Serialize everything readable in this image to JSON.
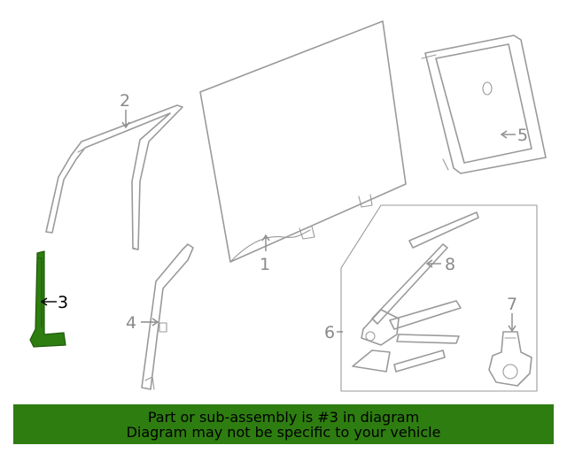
{
  "callouts": [
    {
      "id": "1",
      "label": "1",
      "highlighted": false
    },
    {
      "id": "2",
      "label": "2",
      "highlighted": false
    },
    {
      "id": "3",
      "label": "3",
      "highlighted": true
    },
    {
      "id": "4",
      "label": "4",
      "highlighted": false
    },
    {
      "id": "5",
      "label": "5",
      "highlighted": false
    },
    {
      "id": "6",
      "label": "6",
      "highlighted": false
    },
    {
      "id": "7",
      "label": "7",
      "highlighted": false
    },
    {
      "id": "8",
      "label": "8",
      "highlighted": false
    }
  ],
  "banner": {
    "line1": "Part or sub-assembly is #3 in diagram",
    "line2": "Diagram may not be specific to your vehicle"
  },
  "colors": {
    "highlight_part": "#2e7d11",
    "banner_background": "#2e7d11",
    "part_outline": "#9a9a9a"
  }
}
